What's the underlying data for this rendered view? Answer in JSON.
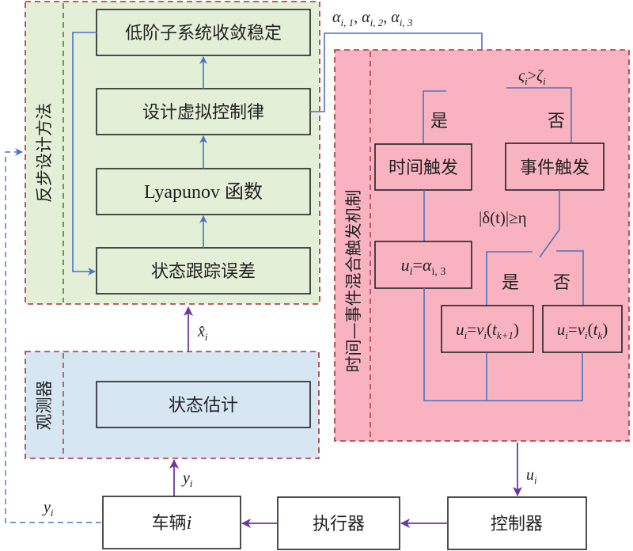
{
  "colors": {
    "backstep_bg": "#e3efd6",
    "observer_bg": "#d6e6f3",
    "trigger_bg": "#f9b3c0",
    "panel_border": "#a83232",
    "inner_divider_green": "#3a6a2a",
    "flow_blue": "#4a72c4",
    "signal_purple": "#6a3aa0",
    "box_border": "#222222"
  },
  "backstep_panel": {
    "title": "反步设计方法",
    "boxes": [
      {
        "id": "convergence",
        "label": "低阶子系统收敛稳定"
      },
      {
        "id": "virtual_law",
        "label": "设计虚拟控制律"
      },
      {
        "id": "lyapunov",
        "label": "Lyapunov 函数"
      },
      {
        "id": "tracking_error",
        "label": "状态跟踪误差"
      }
    ],
    "output_label": "α_{i,1}, α_{i,2}, α_{i,3}",
    "output_parts": [
      "α",
      "i, 1",
      ", ",
      "α",
      "i, 2",
      ", ",
      "α",
      "i, 3"
    ]
  },
  "trigger_panel": {
    "title": "时间—事件混合触发机制",
    "condition1": {
      "lhs": "ς",
      "sub1": "i",
      "op": ">",
      "rhs": "ζ",
      "sub2": "i"
    },
    "yes_label_1": "是",
    "no_label_1": "否",
    "time_trigger": "时间触发",
    "event_trigger": "事件触发",
    "condition2": "|δ(t)|≥η",
    "yes_label_2": "是",
    "no_label_2": "否",
    "formula_time": {
      "lhs": "u",
      "lhs_sub": "i",
      "eq": "=",
      "rhs": "α",
      "rhs_sub": "i, 3"
    },
    "formula_event_yes": {
      "lhs": "u",
      "lhs_sub": "i",
      "eq": "=",
      "rhs": "v",
      "rhs_sub": "i",
      "arg": "t",
      "arg_sub": "k+1"
    },
    "formula_event_no": {
      "lhs": "u",
      "lhs_sub": "i",
      "eq": "=",
      "rhs": "v",
      "rhs_sub": "i",
      "arg": "t",
      "arg_sub": "k"
    }
  },
  "observer_panel": {
    "title": "观测器",
    "box": "状态估计",
    "output_signal": {
      "sym": "x̂",
      "sub": "i"
    }
  },
  "bottom_row": {
    "vehicle": {
      "text": "车辆",
      "index": "i"
    },
    "actuator": "执行器",
    "controller": "控制器",
    "vehicle_output": {
      "sym": "y",
      "sub": "i"
    },
    "feedback_signal": {
      "sym": "y",
      "sub": "i"
    },
    "control_signal": {
      "sym": "u",
      "sub": "i"
    }
  }
}
